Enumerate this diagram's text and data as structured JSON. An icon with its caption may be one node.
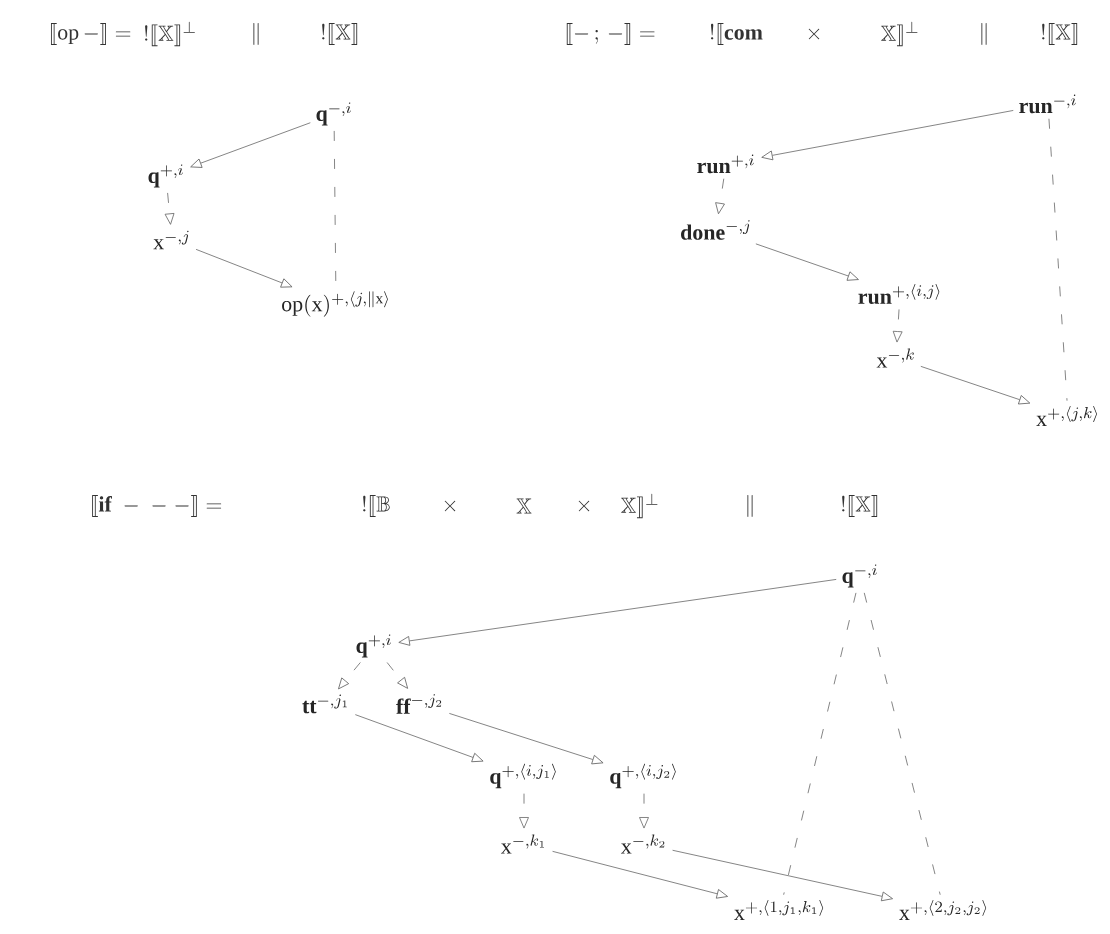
{
  "diagram": {
    "nodes": [
      {
        "text": [
          "\\mathbf{q}^{-,i}"
        ]
      },
      {
        "text": [
          "\\mathbf{q}^{+,i}"
        ]
      },
      {
        "text": [
          "\\mathrm{x}^{-,j}"
        ]
      },
      {
        "text": [
          "\\mathrm{op}(\\mathrm{x})^{+,\\langle j,\\|\\mathrm{x}\\rangle}"
        ]
      },
      {
        "text": [
          "\\mathbf{run}^{-,i}"
        ]
      },
      {
        "text": [
          "\\mathbf{run}^{+,i}"
        ]
      },
      {
        "text": [
          "\\mathbf{done}^{-,j}"
        ]
      },
      {
        "text": [
          "\\mathbf{run}^{+,\\langle i,j\\rangle}"
        ]
      },
      {
        "text": [
          "\\mathrm{x}^{-,k}"
        ]
      },
      {
        "text": [
          "\\mathrm{x}^{+,\\langle j,k\\rangle}"
        ]
      },
      {
        "text": [
          "\\mathbf{q}^{-,i}"
        ]
      },
      {
        "text": [
          "\\mathbf{q}^{+,i}"
        ]
      },
      {
        "text": [
          "\\mathbf{tt}^{-,j_1}"
        ]
      },
      {
        "text": [
          "\\mathbf{ff}^{-,j_2}"
        ]
      },
      {
        "text": [
          "\\mathbf{q}^{+,\\langle i,j_1\\rangle}"
        ]
      },
      {
        "text": [
          "\\mathbf{q}^{+,\\langle i,j_2\\rangle}"
        ]
      },
      {
        "text": [
          "\\mathrm{x}^{-,k_1}"
        ]
      },
      {
        "text": [
          "\\mathrm{x}^{-,k_2}"
        ]
      },
      {
        "text": [
          "\\mathrm{x}^{+,\\langle 1,j_1,k_1\\rangle}"
        ]
      },
      {
        "text": [
          "\\mathrm{x}^{+,\\langle 2,j_2,j_2\\rangle}"
        ]
      }
    ],
    "edges": [
      {
        "from": 0,
        "to": 1,
        "arrow": "to"
      },
      {
        "from": 1,
        "to": 2,
        "arrow": "to",
        "style": "dashed"
      },
      {
        "from": 2,
        "to": 3,
        "arrow": "to"
      },
      {
        "from": 0,
        "to": 3,
        "arrow": "none",
        "style": "dashed"
      },
      {
        "from": 4,
        "to": 5,
        "arrow": "to"
      },
      {
        "from": 5,
        "to": 6,
        "arrow": "to",
        "style": "dashed"
      },
      {
        "from": 6,
        "to": 7,
        "arrow": "to"
      },
      {
        "from": 7,
        "to": 8,
        "arrow": "to",
        "style": "dashed"
      },
      {
        "from": 8,
        "to": 9,
        "arrow": "to"
      },
      {
        "from": 4,
        "to": 9,
        "arrow": "none",
        "style": "dashed"
      },
      {
        "from": 10,
        "to": 11,
        "arrow": "to"
      },
      {
        "from": 11,
        "to": 12,
        "arrow": "to",
        "style": "dashed"
      },
      {
        "from": 11,
        "to": 13,
        "arrow": "to",
        "style": "dashed"
      },
      {
        "from": 12,
        "to": 14,
        "arrow": "to"
      },
      {
        "from": 13,
        "to": 15,
        "arrow": "to"
      },
      {
        "from": 14,
        "to": 16,
        "arrow": "to",
        "style": "dashed"
      },
      {
        "from": 15,
        "to": 17,
        "arrow": "to",
        "style": "dashed"
      },
      {
        "from": 16,
        "to": 18,
        "arrow": "to"
      },
      {
        "from": 17,
        "to": 19,
        "arrow": "to"
      },
      {
        "from": 10,
        "to": 18,
        "arrow": "none",
        "style": "dashed"
      },
      {
        "from": 10,
        "to": 19,
        "arrow": "none",
        "style": "dashed"
      }
    ],
    "labels": [
      "\\llbracket \\mathrm{op}\\,-\\rrbracket =",
      "!\\llbracket\\mathbb{X}\\rrbracket^{\\perp}",
      "\\|",
      "!\\llbracket\\mathbb{X}\\rrbracket",
      "\\llbracket -\\,;\\,-\\rrbracket =",
      "!\\llbracket\\mathbf{com}",
      "\\times",
      "\\mathbb{X}\\rrbracket^{\\perp}",
      "\\|",
      "!\\llbracket\\mathbb{X}\\rrbracket",
      "\\llbracket \\mathbf{if}\\;-\\;-\\;-\\rrbracket =",
      "!\\llbracket\\mathbb{B}",
      "\\times",
      "\\mathbb{X}",
      "\\times",
      "\\mathbb{X}\\rrbracket^{\\perp}",
      "\\|",
      "!\\llbracket\\mathbb{X}\\rrbracket"
    ]
  }
}
